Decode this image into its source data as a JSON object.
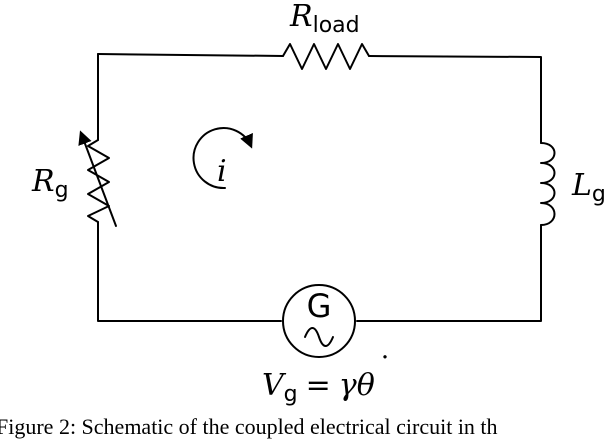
{
  "labels": {
    "load_resistor_symbol": "R",
    "load_resistor_subscript": "load",
    "generator_resistor_symbol": "R",
    "generator_resistor_subscript": "g",
    "inductor_symbol": "L",
    "inductor_subscript": "g",
    "current_symbol": "i",
    "voltage_lhs_symbol": "V",
    "voltage_lhs_subscript": "g",
    "voltage_equals": "=",
    "voltage_rhs_gamma": "γ",
    "voltage_rhs_theta": "θ",
    "voltage_rhs_dot": "˙",
    "generator_letter": "G"
  },
  "caption": {
    "text": "Figure 2: Schematic of the coupled electrical circuit in th"
  },
  "colors": {
    "line": "#000000",
    "background": "#ffffff"
  },
  "icons": {
    "current_arrow": "clockwise-arrow-icon",
    "generator_wave": "ac-sine-wave-icon",
    "variable_resistor_arrow": "diagonal-arrow-icon"
  }
}
